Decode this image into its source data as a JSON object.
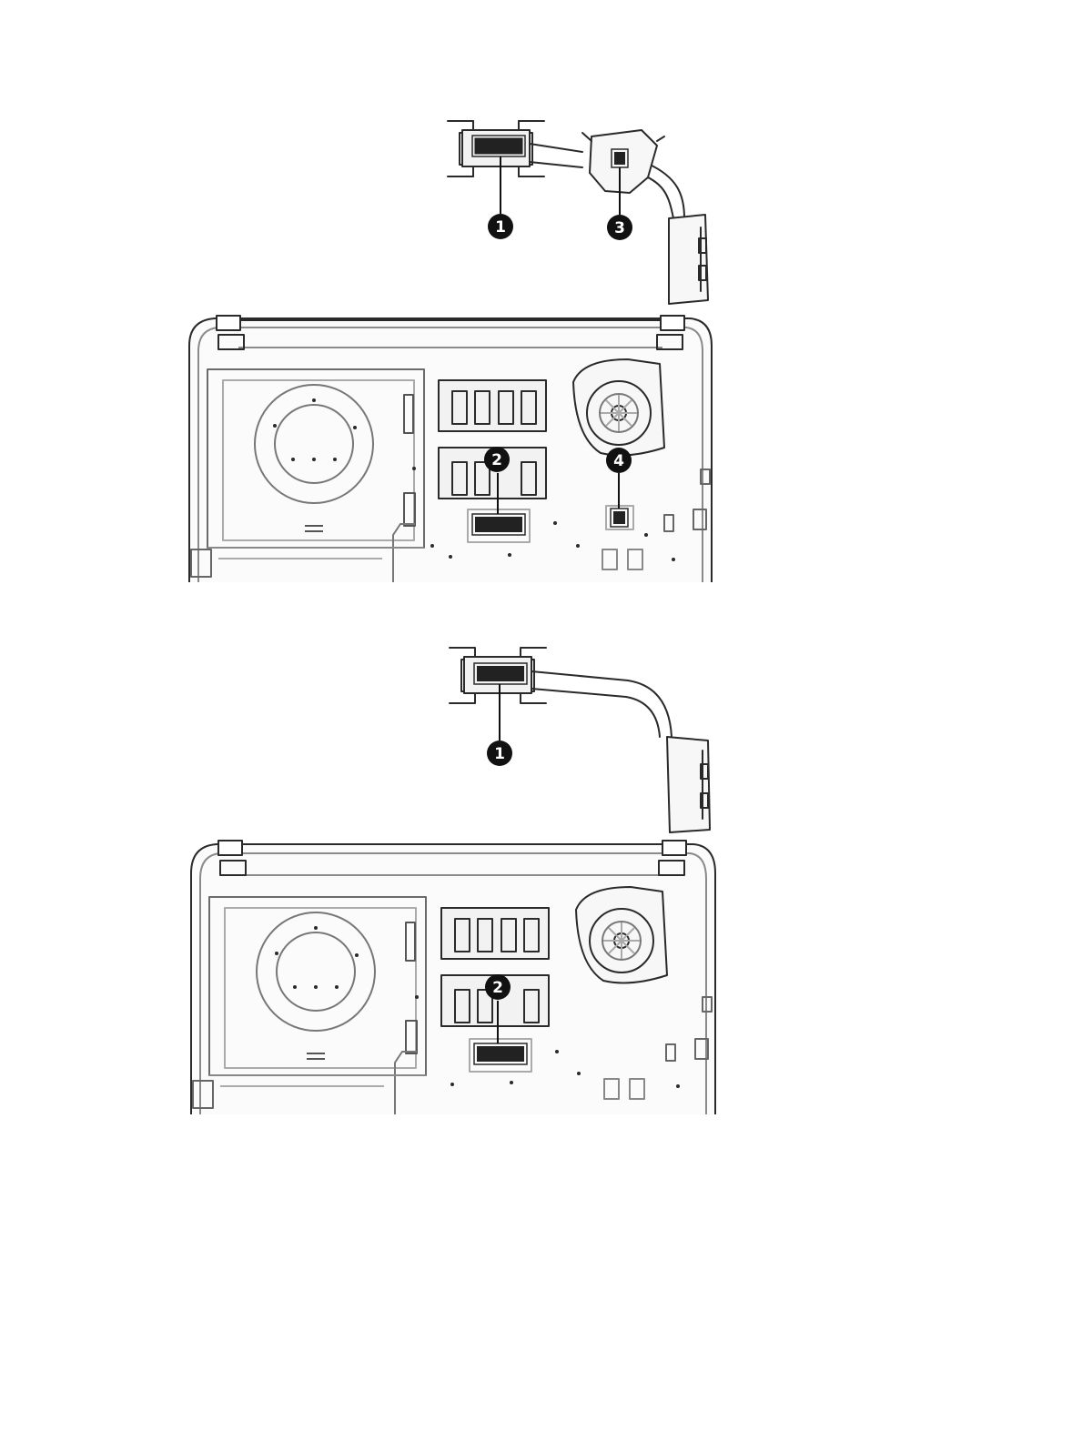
{
  "figures": [
    {
      "id": "figure-with-fan-heatsink",
      "callouts": [
        {
          "label": "1",
          "part": "heat-sink-processor-thermal-pad"
        },
        {
          "label": "3",
          "part": "heat-sink-gpu-thermal-pad"
        },
        {
          "label": "2",
          "part": "system-board-processor-thermal-area"
        },
        {
          "label": "4",
          "part": "system-board-gpu-thermal-area"
        }
      ]
    },
    {
      "id": "figure-uma-heatsink",
      "callouts": [
        {
          "label": "1",
          "part": "heat-sink-processor-thermal-pad"
        },
        {
          "label": "2",
          "part": "system-board-processor-thermal-area"
        }
      ]
    }
  ],
  "colors": {
    "line": "#2a2a2a",
    "light_line": "#8a8a8a",
    "panel_fill": "#f2f2f2",
    "callout_fill": "#111111",
    "pad_fill": "#222222"
  }
}
